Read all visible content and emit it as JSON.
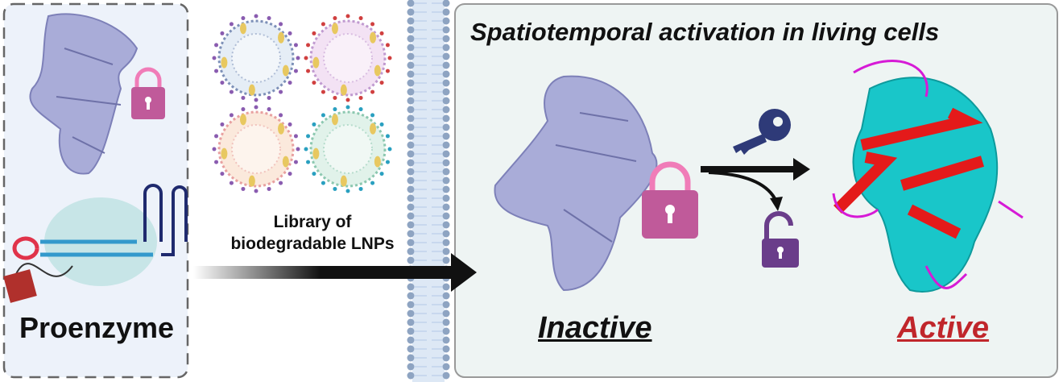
{
  "title": "Spatiotemporal activation in living cells",
  "lnp_label_line1": "Library of",
  "lnp_label_line2": "biodegradable LNPs",
  "proenzyme_label": "Proenzyme",
  "inactive_label": "Inactive",
  "active_label": "Active",
  "colors": {
    "protein": "#a9acd8",
    "lock_pink": "#c05a9a",
    "lock_purple": "#6a3d8a",
    "key": "#2e3a78",
    "active_helix": "#19c6c9",
    "active_sheet": "#e41a1a",
    "active_loop": "#d61ad6",
    "active_text": "#c0262b"
  }
}
